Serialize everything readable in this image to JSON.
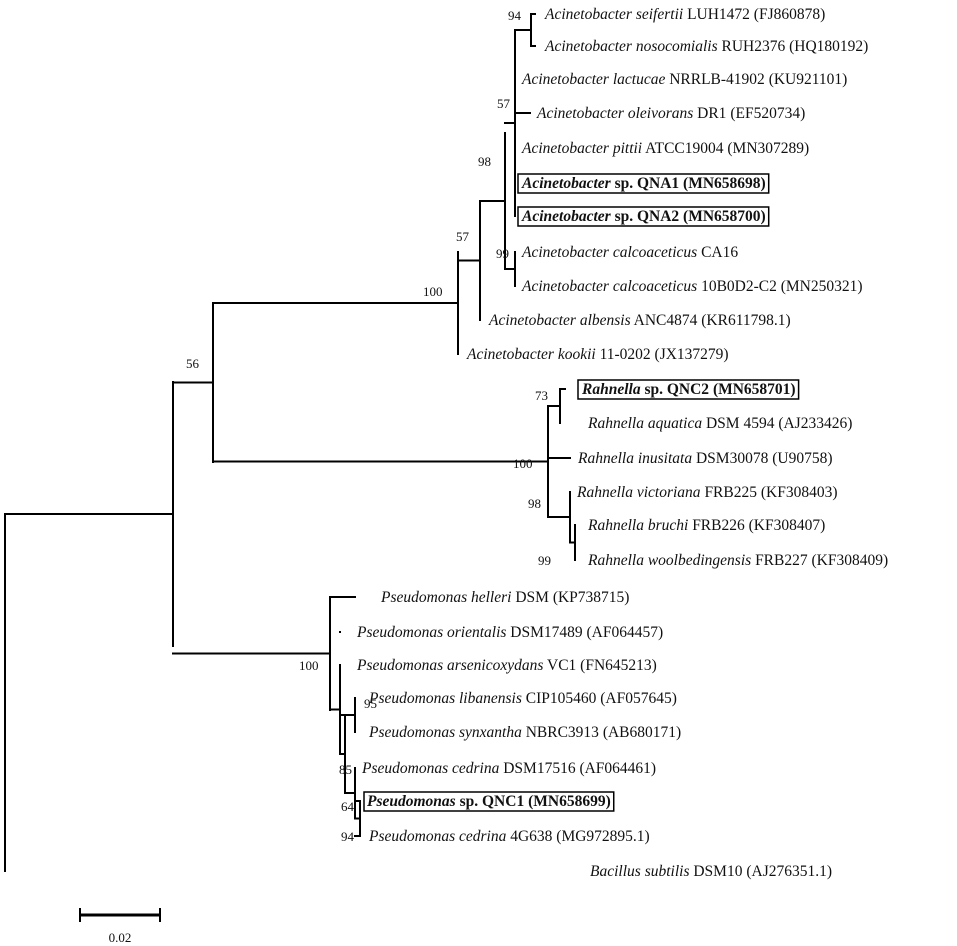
{
  "tree": {
    "scale_label": "0.02",
    "taxa": [
      {
        "genus": "Acinetobacter",
        "species": "seifertii",
        "strain": "LUH1472",
        "acc": "(FJ860878)",
        "highlight": false
      },
      {
        "genus": "Acinetobacter",
        "species": "nosocomialis",
        "strain": "RUH2376",
        "acc": "(HQ180192)",
        "highlight": false
      },
      {
        "genus": "Acinetobacter",
        "species": "lactucae",
        "strain": "NRRLB-41902",
        "acc": "(KU921101)",
        "highlight": false
      },
      {
        "genus": "Acinetobacter",
        "species": "oleivorans",
        "strain": "DR1",
        "acc": "(EF520734)",
        "highlight": false
      },
      {
        "genus": "Acinetobacter",
        "species": "pittii",
        "strain": "ATCC19004",
        "acc": "(MN307289)",
        "highlight": false
      },
      {
        "genus": "Acinetobacter",
        "species": "",
        "strain": "sp. QNA1",
        "acc": "(MN658698)",
        "highlight": true
      },
      {
        "genus": "Acinetobacter",
        "species": "",
        "strain": "sp. QNA2",
        "acc": "(MN658700)",
        "highlight": true
      },
      {
        "genus": "Acinetobacter",
        "species": "calcoaceticus",
        "strain": "CA16",
        "acc": "",
        "highlight": false
      },
      {
        "genus": "Acinetobacter",
        "species": "calcoaceticus",
        "strain": "10B0D2-C2",
        "acc": "(MN250321)",
        "highlight": false
      },
      {
        "genus": "Acinetobacter",
        "species": "albensis",
        "strain": "ANC4874",
        "acc": "(KR611798.1)",
        "highlight": false
      },
      {
        "genus": "Acinetobacter",
        "species": "kookii",
        "strain": "11-0202",
        "acc": "(JX137279)",
        "highlight": false
      },
      {
        "genus": "Rahnella",
        "species": "",
        "strain": "sp. QNC2",
        "acc": "(MN658701)",
        "highlight": true
      },
      {
        "genus": "Rahnella",
        "species": "aquatica",
        "strain": "DSM 4594",
        "acc": "(AJ233426)",
        "highlight": false
      },
      {
        "genus": "Rahnella",
        "species": "inusitata",
        "strain": "DSM30078",
        "acc": "(U90758)",
        "highlight": false
      },
      {
        "genus": "Rahnella",
        "species": "victoriana",
        "strain": "FRB225",
        "acc": "(KF308403)",
        "highlight": false
      },
      {
        "genus": "Rahnella",
        "species": "bruchi",
        "strain": "FRB226",
        "acc": "(KF308407)",
        "highlight": false
      },
      {
        "genus": "Rahnella",
        "species": "woolbedingensis",
        "strain": "FRB227",
        "acc": "(KF308409)",
        "highlight": false
      },
      {
        "genus": "Pseudomonas",
        "species": "helleri",
        "strain": "DSM",
        "acc": "(KP738715)",
        "highlight": false
      },
      {
        "genus": "Pseudomonas",
        "species": "orientalis",
        "strain": "DSM17489",
        "acc": "(AF064457)",
        "highlight": false
      },
      {
        "genus": "Pseudomonas",
        "species": "arsenicoxydans",
        "strain": "VC1",
        "acc": "(FN645213)",
        "highlight": false
      },
      {
        "genus": "Pseudomonas",
        "species": "libanensis",
        "strain": "CIP105460",
        "acc": "(AF057645)",
        "highlight": false
      },
      {
        "genus": "Pseudomonas",
        "species": "synxantha",
        "strain": "NBRC3913",
        "acc": "(AB680171)",
        "highlight": false
      },
      {
        "genus": "Pseudomonas",
        "species": "cedrina",
        "strain": "DSM17516",
        "acc": "(AF064461)",
        "highlight": false
      },
      {
        "genus": "Pseudomonas",
        "species": "",
        "strain": "sp. QNC1",
        "acc": "(MN658699)",
        "highlight": true
      },
      {
        "genus": "Pseudomonas",
        "species": "cedrina",
        "strain": "4G638",
        "acc": "(MG972895.1)",
        "highlight": false
      },
      {
        "genus": "Bacillus",
        "species": "subtilis",
        "strain": "DSM10",
        "acc": "(AJ276351.1)",
        "highlight": false
      }
    ],
    "bootstrap": [
      "94",
      "57",
      "98",
      "99",
      "57",
      "100",
      "56",
      "73",
      "100",
      "98",
      "99",
      "100",
      "95",
      "85",
      "64",
      "94"
    ]
  }
}
